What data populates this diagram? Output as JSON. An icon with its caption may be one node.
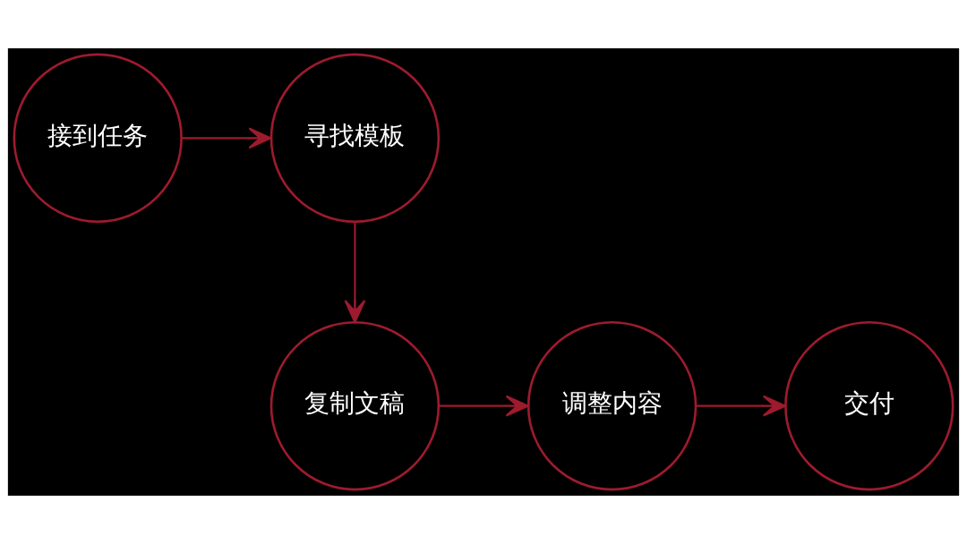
{
  "diagram": {
    "nodes": [
      {
        "text": [
          "接到任务"
        ]
      },
      {
        "text": [
          "寻找模板"
        ]
      },
      {
        "text": [
          "复制文稿"
        ]
      },
      {
        "text": [
          "调整内容"
        ]
      },
      {
        "text": [
          "交付"
        ]
      }
    ],
    "edges": [
      {
        "from": 0,
        "to": 1,
        "arrow": "to"
      },
      {
        "from": 1,
        "to": 2,
        "arrow": "to"
      },
      {
        "from": 2,
        "to": 3,
        "arrow": "to"
      },
      {
        "from": 3,
        "to": 4,
        "arrow": "to"
      }
    ]
  }
}
